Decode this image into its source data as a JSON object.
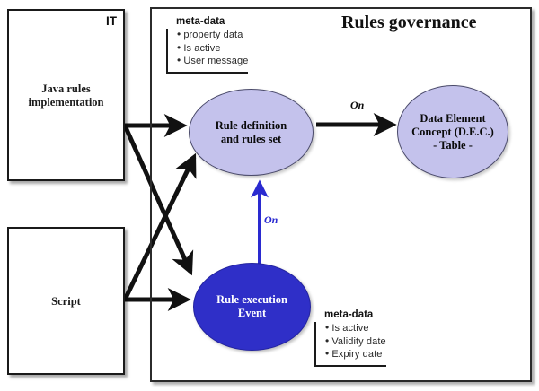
{
  "diagram": {
    "title": "Rules governance",
    "boundary_label": "IT"
  },
  "external_boxes": [
    {
      "id": "java-rules",
      "label_line1": "Java rules",
      "label_line2": "implementation",
      "corner_tag": "IT"
    },
    {
      "id": "script",
      "label_line1": "Script",
      "label_line2": ""
    }
  ],
  "nodes": [
    {
      "id": "rule-definition",
      "lines": [
        "Rule definition",
        "and rules set"
      ],
      "fill": "#c4c2ec",
      "text_color": "#0a0a0a"
    },
    {
      "id": "data-element-concept",
      "lines": [
        "Data Element",
        "Concept (D.E.C.)",
        "- Table -"
      ],
      "fill": "#c4c2ec",
      "text_color": "#0a0a0a"
    },
    {
      "id": "rule-execution-event",
      "lines": [
        "Rule execution",
        "Event"
      ],
      "fill": "#2f2fc8",
      "text_color": "#ffffff"
    }
  ],
  "meta_blocks": [
    {
      "id": "meta-rule-definition",
      "title": "meta-data",
      "items": [
        "property data",
        "Is active",
        "User message"
      ]
    },
    {
      "id": "meta-rule-execution",
      "title": "meta-data",
      "items": [
        "Is active",
        "Validity date",
        "Expiry date"
      ]
    }
  ],
  "edge_labels": [
    {
      "id": "on-definition-to-dec",
      "text": "On",
      "color": "#0a0a0a"
    },
    {
      "id": "on-event-to-definition",
      "text": "On",
      "color": "#2a2ad0"
    }
  ],
  "colors": {
    "node_light": "#c4c2ec",
    "node_dark": "#2f2fc8",
    "arrow_black": "#111111",
    "arrow_blue": "#2a2ad0",
    "frame_stroke": "#2b2b2b"
  }
}
